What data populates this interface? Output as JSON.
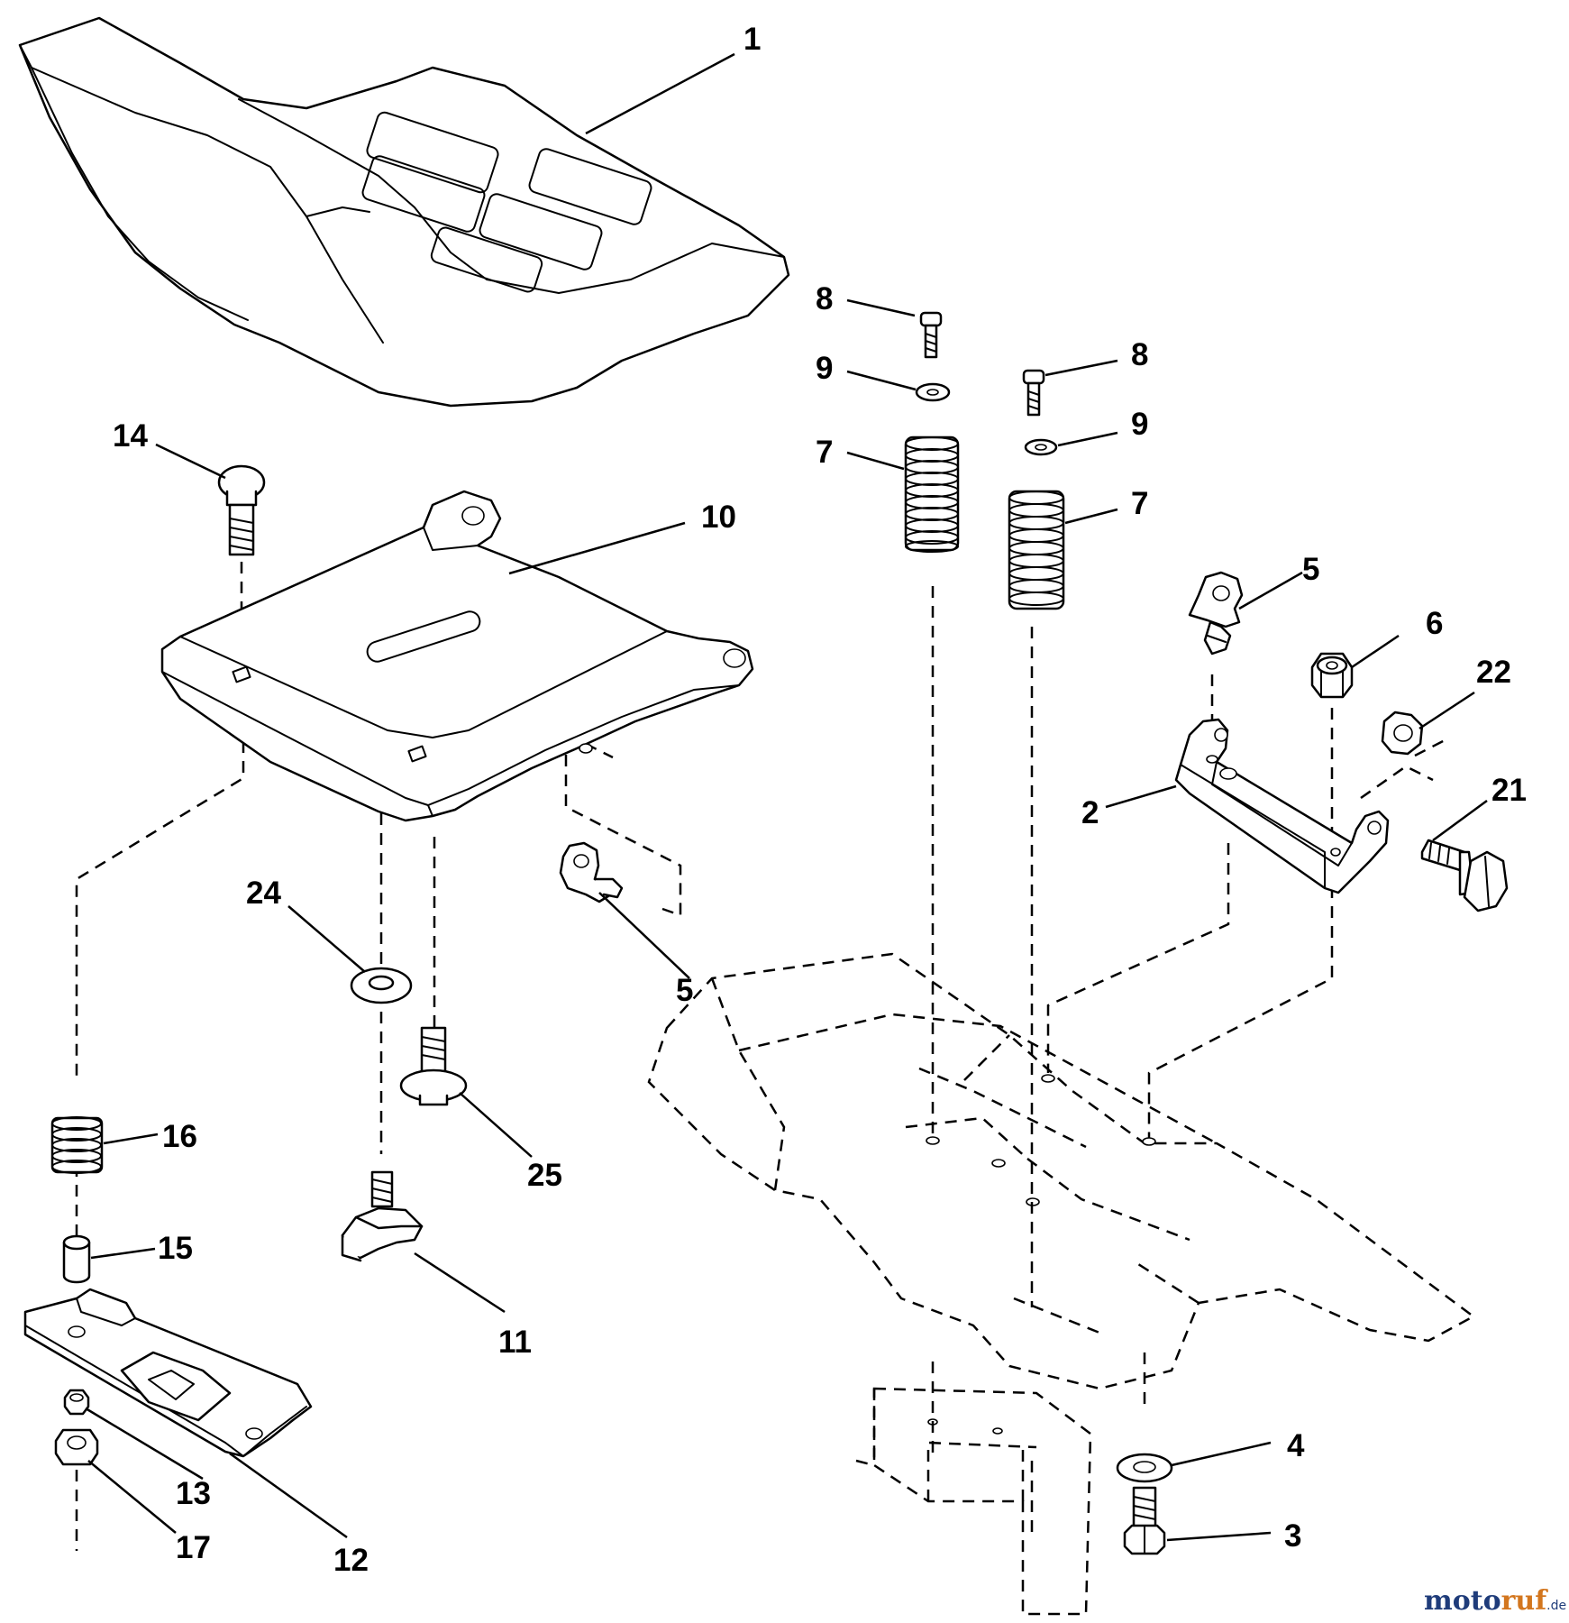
{
  "diagram": {
    "labels": {
      "seat": "1",
      "bracket": "2",
      "bolt_bottom": "3",
      "washer_bottom": "4",
      "clip_right": "5",
      "clip_left": "5",
      "nut": "6",
      "spring_left": "7",
      "spring_right": "7",
      "screw_left": "8",
      "screw_right": "8",
      "washer_left": "9",
      "washer_right": "9",
      "seat_pan": "10",
      "knob": "11",
      "slide_plate": "12",
      "nut_13": "13",
      "carriage_bolt": "14",
      "spacer": "15",
      "spring_small": "16",
      "nut_17": "17",
      "hex_bolt_21": "21",
      "nut_22": "22",
      "flat_washer_24": "24",
      "shoulder_bolt_25": "25"
    }
  },
  "watermark": {
    "part1": "moto",
    "part2": "ruf",
    "suffix": ".de"
  }
}
